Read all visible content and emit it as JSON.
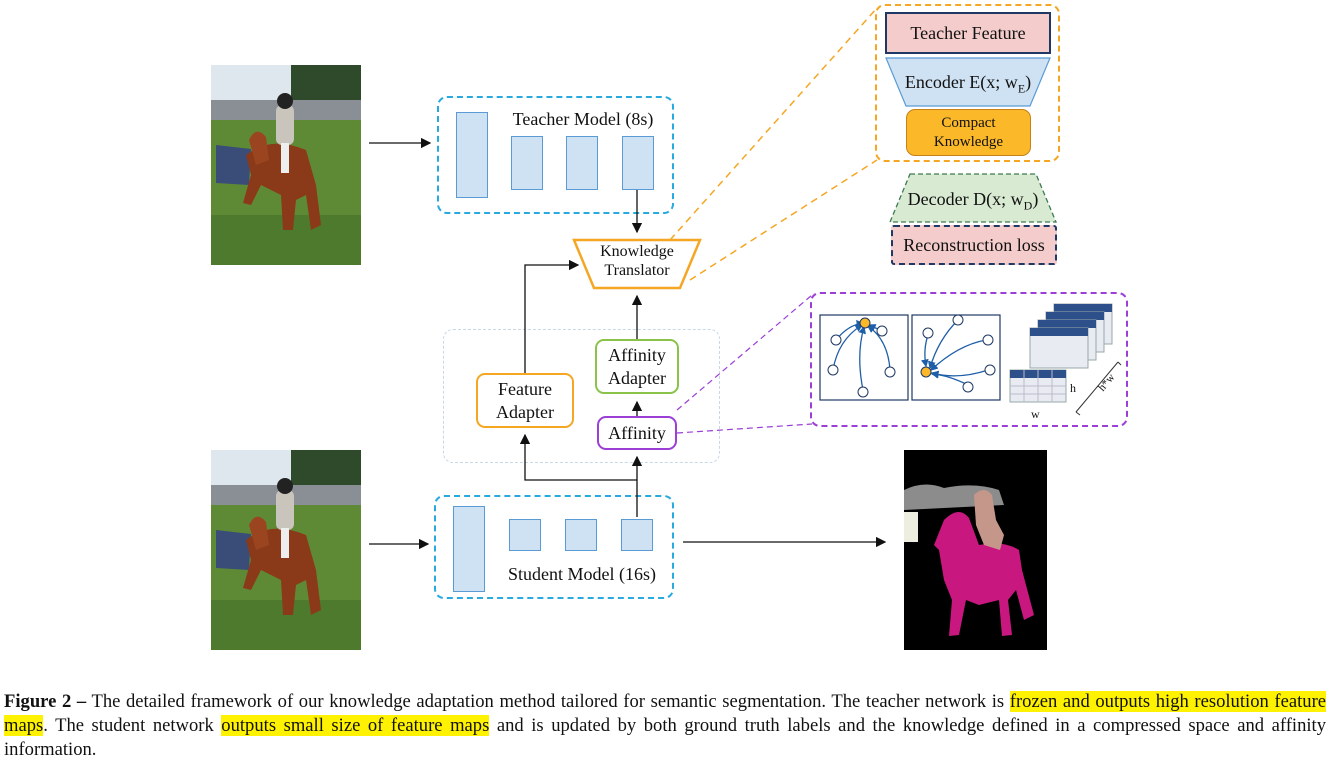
{
  "teacher_model_label": "Teacher Model (8s)",
  "student_model_label": "Student Model (16s)",
  "knowledge_translator_label": "Knowledge Translator",
  "feature_adapter_label": "Feature Adapter",
  "affinity_adapter_label": "Affinity Adapter",
  "affinity_label": "Affinity",
  "teacher_feature_label": "Teacher Feature",
  "encoder_label": "Encoder E(x; w",
  "encoder_sub": "E",
  "compact_knowledge_label": "Compact Knowledge",
  "decoder_label": "Decoder D(x; w",
  "decoder_sub": "D",
  "reconstruction_label": "Reconstruction loss",
  "affinity_matrix_labels": {
    "h": "h",
    "w": "w",
    "hw": "h*w"
  },
  "caption": {
    "figure_label": "Figure 2 –",
    "part1": " The detailed framework of our knowledge adaptation method tailored for semantic segmentation. The teacher network is ",
    "hl1": "frozen and outputs high resolution feature maps",
    "part2": ". The student network ",
    "hl2": "outputs small size of feature maps",
    "part3": " and is updated by both ground truth labels and the knowledge defined in a compressed space and affinity information."
  },
  "colors": {
    "teacher_box": "#29aadf",
    "translator": "#f5a623",
    "feature_adapter": "#f5a623",
    "affinity_adapter": "#8bc34a",
    "affinity": "#9b3fd6",
    "compact_knowledge": "#fbb829",
    "encoder_fill": "#cfe2f3",
    "decoder_fill": "#d9ead3",
    "teacher_feature_fill": "#f4cccc",
    "reconstruction_fill": "#f4cccc",
    "horse_mask": "#c8177f",
    "rider_mask": "#c5978a",
    "highlight": "#fff200"
  }
}
